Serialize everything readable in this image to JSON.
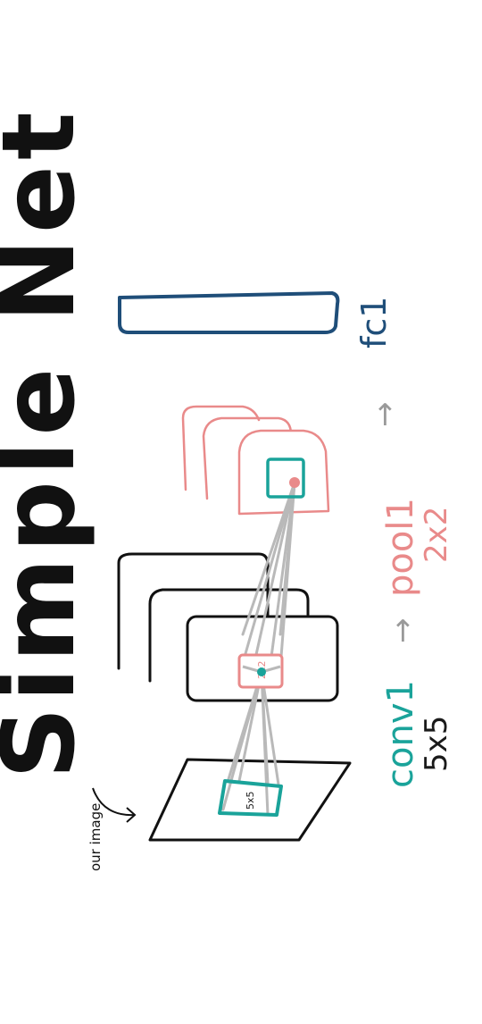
{
  "title": "Simple Net",
  "input_label": "our image",
  "stages": {
    "conv": {
      "name": "conv1",
      "size": "5x5"
    },
    "pool": {
      "name": "pool1",
      "size": "2x2"
    },
    "fc": {
      "name": "fc1"
    }
  },
  "kernel_labels": {
    "conv": "5x5",
    "pool": "2x2"
  },
  "colors": {
    "ink": "#1a1a1a",
    "conv": "#1aa39a",
    "pool": "#e98a8a",
    "fc": "#1f4e79",
    "connector": "#b9b9b9"
  }
}
